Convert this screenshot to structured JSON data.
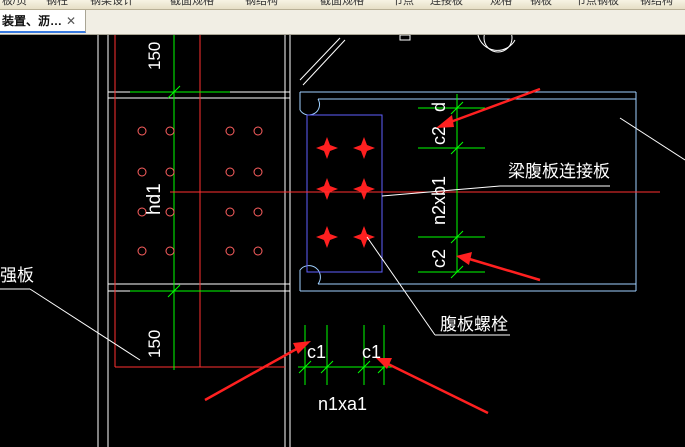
{
  "toolbar": {
    "items": [
      "板/页",
      "钢柱",
      "钢梁设计",
      "截面规格",
      "钢结构",
      "截面规格",
      "节点",
      "连接板",
      "规格",
      "钢板",
      "节点钢板",
      "钢结构"
    ]
  },
  "tab": {
    "label": "装置、沥…",
    "close": "✕"
  },
  "drawing": {
    "labels": {
      "stiffener": "强板",
      "web_connection_plate": "梁腹板连接板",
      "web_bolt": "腹板螺栓",
      "dim_150_top": "150",
      "dim_150_bottom": "150",
      "dim_hd1": "hd1",
      "dim_c2_top": "c2",
      "dim_d": "d",
      "dim_n2xb1": "n2xb1",
      "dim_c2_bottom": "c2",
      "dim_c1_left": "c1",
      "dim_c1_right": "c1",
      "dim_n1xa1": "n1xa1"
    },
    "colors": {
      "background": "#000000",
      "dimension": "#00ff00",
      "arrow": "#ff2020",
      "bolt_hole": "#ff6060",
      "plate_outline": "#6060ff",
      "center_line": "#ff3030",
      "member": "#ffffff",
      "beam": "#a0d0ff"
    }
  }
}
